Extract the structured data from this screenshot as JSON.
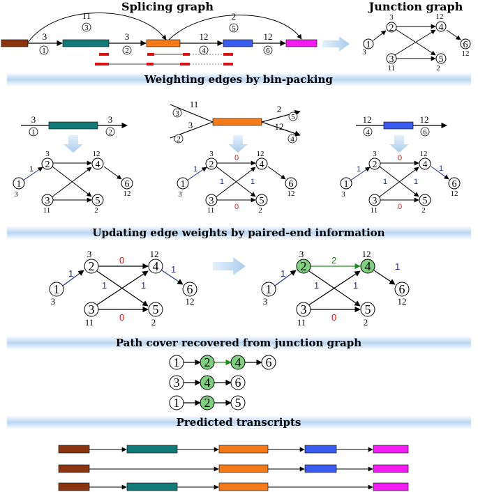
{
  "titles": {
    "splicing": "Splicing graph",
    "junction": "Junction graph",
    "weighting": "Weighting edges by bin-packing",
    "updating": "Updating edge weights by paired-end information",
    "pathcover": "Path cover recovered from junction graph",
    "predicted": "Predicted transcripts"
  },
  "colors": {
    "exon1": "#8b3410",
    "exon2": "#137a7a",
    "exon3": "#f47a1a",
    "exon4": "#3a5cf0",
    "exon5": "#f21cf2",
    "red": "#dd1111",
    "node_green": "#7ed07e",
    "weight_blue": "#1f2c8f",
    "weight_red": "#e01010",
    "weight_green": "#1e8c1e"
  },
  "splicing_graph": {
    "edge_labels": [
      {
        "abundance": "3",
        "id": "1"
      },
      {
        "abundance": "3",
        "id": "2"
      },
      {
        "abundance": "12",
        "id": "4"
      },
      {
        "abundance": "12",
        "id": "6"
      },
      {
        "abundance": "11",
        "id": "3"
      },
      {
        "abundance": "2",
        "id": "5"
      }
    ]
  },
  "junction_graph": {
    "nodes": [
      {
        "id": "1",
        "abundance": "3"
      },
      {
        "id": "2",
        "abundance": "3"
      },
      {
        "id": "3",
        "abundance": "11"
      },
      {
        "id": "4",
        "abundance": "12"
      },
      {
        "id": "5",
        "abundance": "2"
      },
      {
        "id": "6",
        "abundance": "12"
      }
    ]
  },
  "bin_packing": {
    "panel_a": {
      "in": [
        {
          "abundance": "3",
          "id": "1"
        }
      ],
      "out": [
        {
          "abundance": "3",
          "id": "2"
        }
      ]
    },
    "panel_b": {
      "in": [
        {
          "abundance": "11",
          "id": "3"
        },
        {
          "abundance": "3",
          "id": "2"
        }
      ],
      "out": [
        {
          "abundance": "2",
          "id": "5"
        },
        {
          "abundance": "12",
          "id": "4"
        }
      ]
    },
    "panel_c": {
      "in": [
        {
          "abundance": "12",
          "id": "4"
        }
      ],
      "out": [
        {
          "abundance": "12",
          "id": "6"
        }
      ]
    },
    "graph_a_weights": {
      "e12": "1"
    },
    "graph_b_weights": {
      "e12": "1",
      "e24": "0",
      "e25": "1",
      "e34": "1",
      "e35": "0"
    },
    "graph_c_weights": {
      "e12": "1",
      "e24": "0",
      "e25": "1",
      "e34": "1",
      "e35": "0",
      "e46": "1"
    }
  },
  "updated": {
    "before_weights": {
      "e12": "1",
      "e24": "0",
      "e25": "1",
      "e34": "1",
      "e35": "0",
      "e46": "1"
    },
    "after_weights": {
      "e12": "1",
      "e24": "2",
      "e25": "1",
      "e34": "1",
      "e35": "0",
      "e46": "1"
    }
  },
  "paths": [
    [
      "1",
      "2",
      "4",
      "6"
    ],
    [
      "3",
      "4",
      "6"
    ],
    [
      "1",
      "2",
      "5"
    ]
  ]
}
